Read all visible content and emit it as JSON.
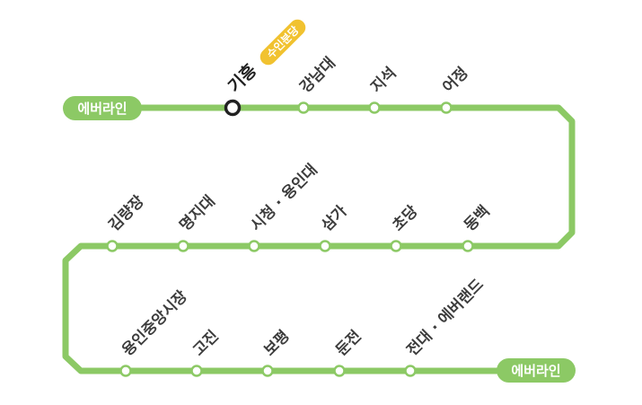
{
  "line": {
    "color": "#8cc965",
    "terminal_label_start": "에버라인",
    "terminal_label_end": "에버라인"
  },
  "transfer": {
    "badge_label": "수인분당",
    "badge_color": "#f1c230",
    "ring_color": "#222222"
  },
  "stations": [
    {
      "name": "기흥",
      "transfer": true
    },
    {
      "name": "강남대"
    },
    {
      "name": "지석"
    },
    {
      "name": "어정"
    },
    {
      "name": "동백"
    },
    {
      "name": "초당"
    },
    {
      "name": "삼가"
    },
    {
      "name": "시청 · 용인대"
    },
    {
      "name": "명지대"
    },
    {
      "name": "김량장"
    },
    {
      "name": "용인중앙시장"
    },
    {
      "name": "고진"
    },
    {
      "name": "보평"
    },
    {
      "name": "둔전"
    },
    {
      "name": "전대 · 에버랜드"
    }
  ]
}
